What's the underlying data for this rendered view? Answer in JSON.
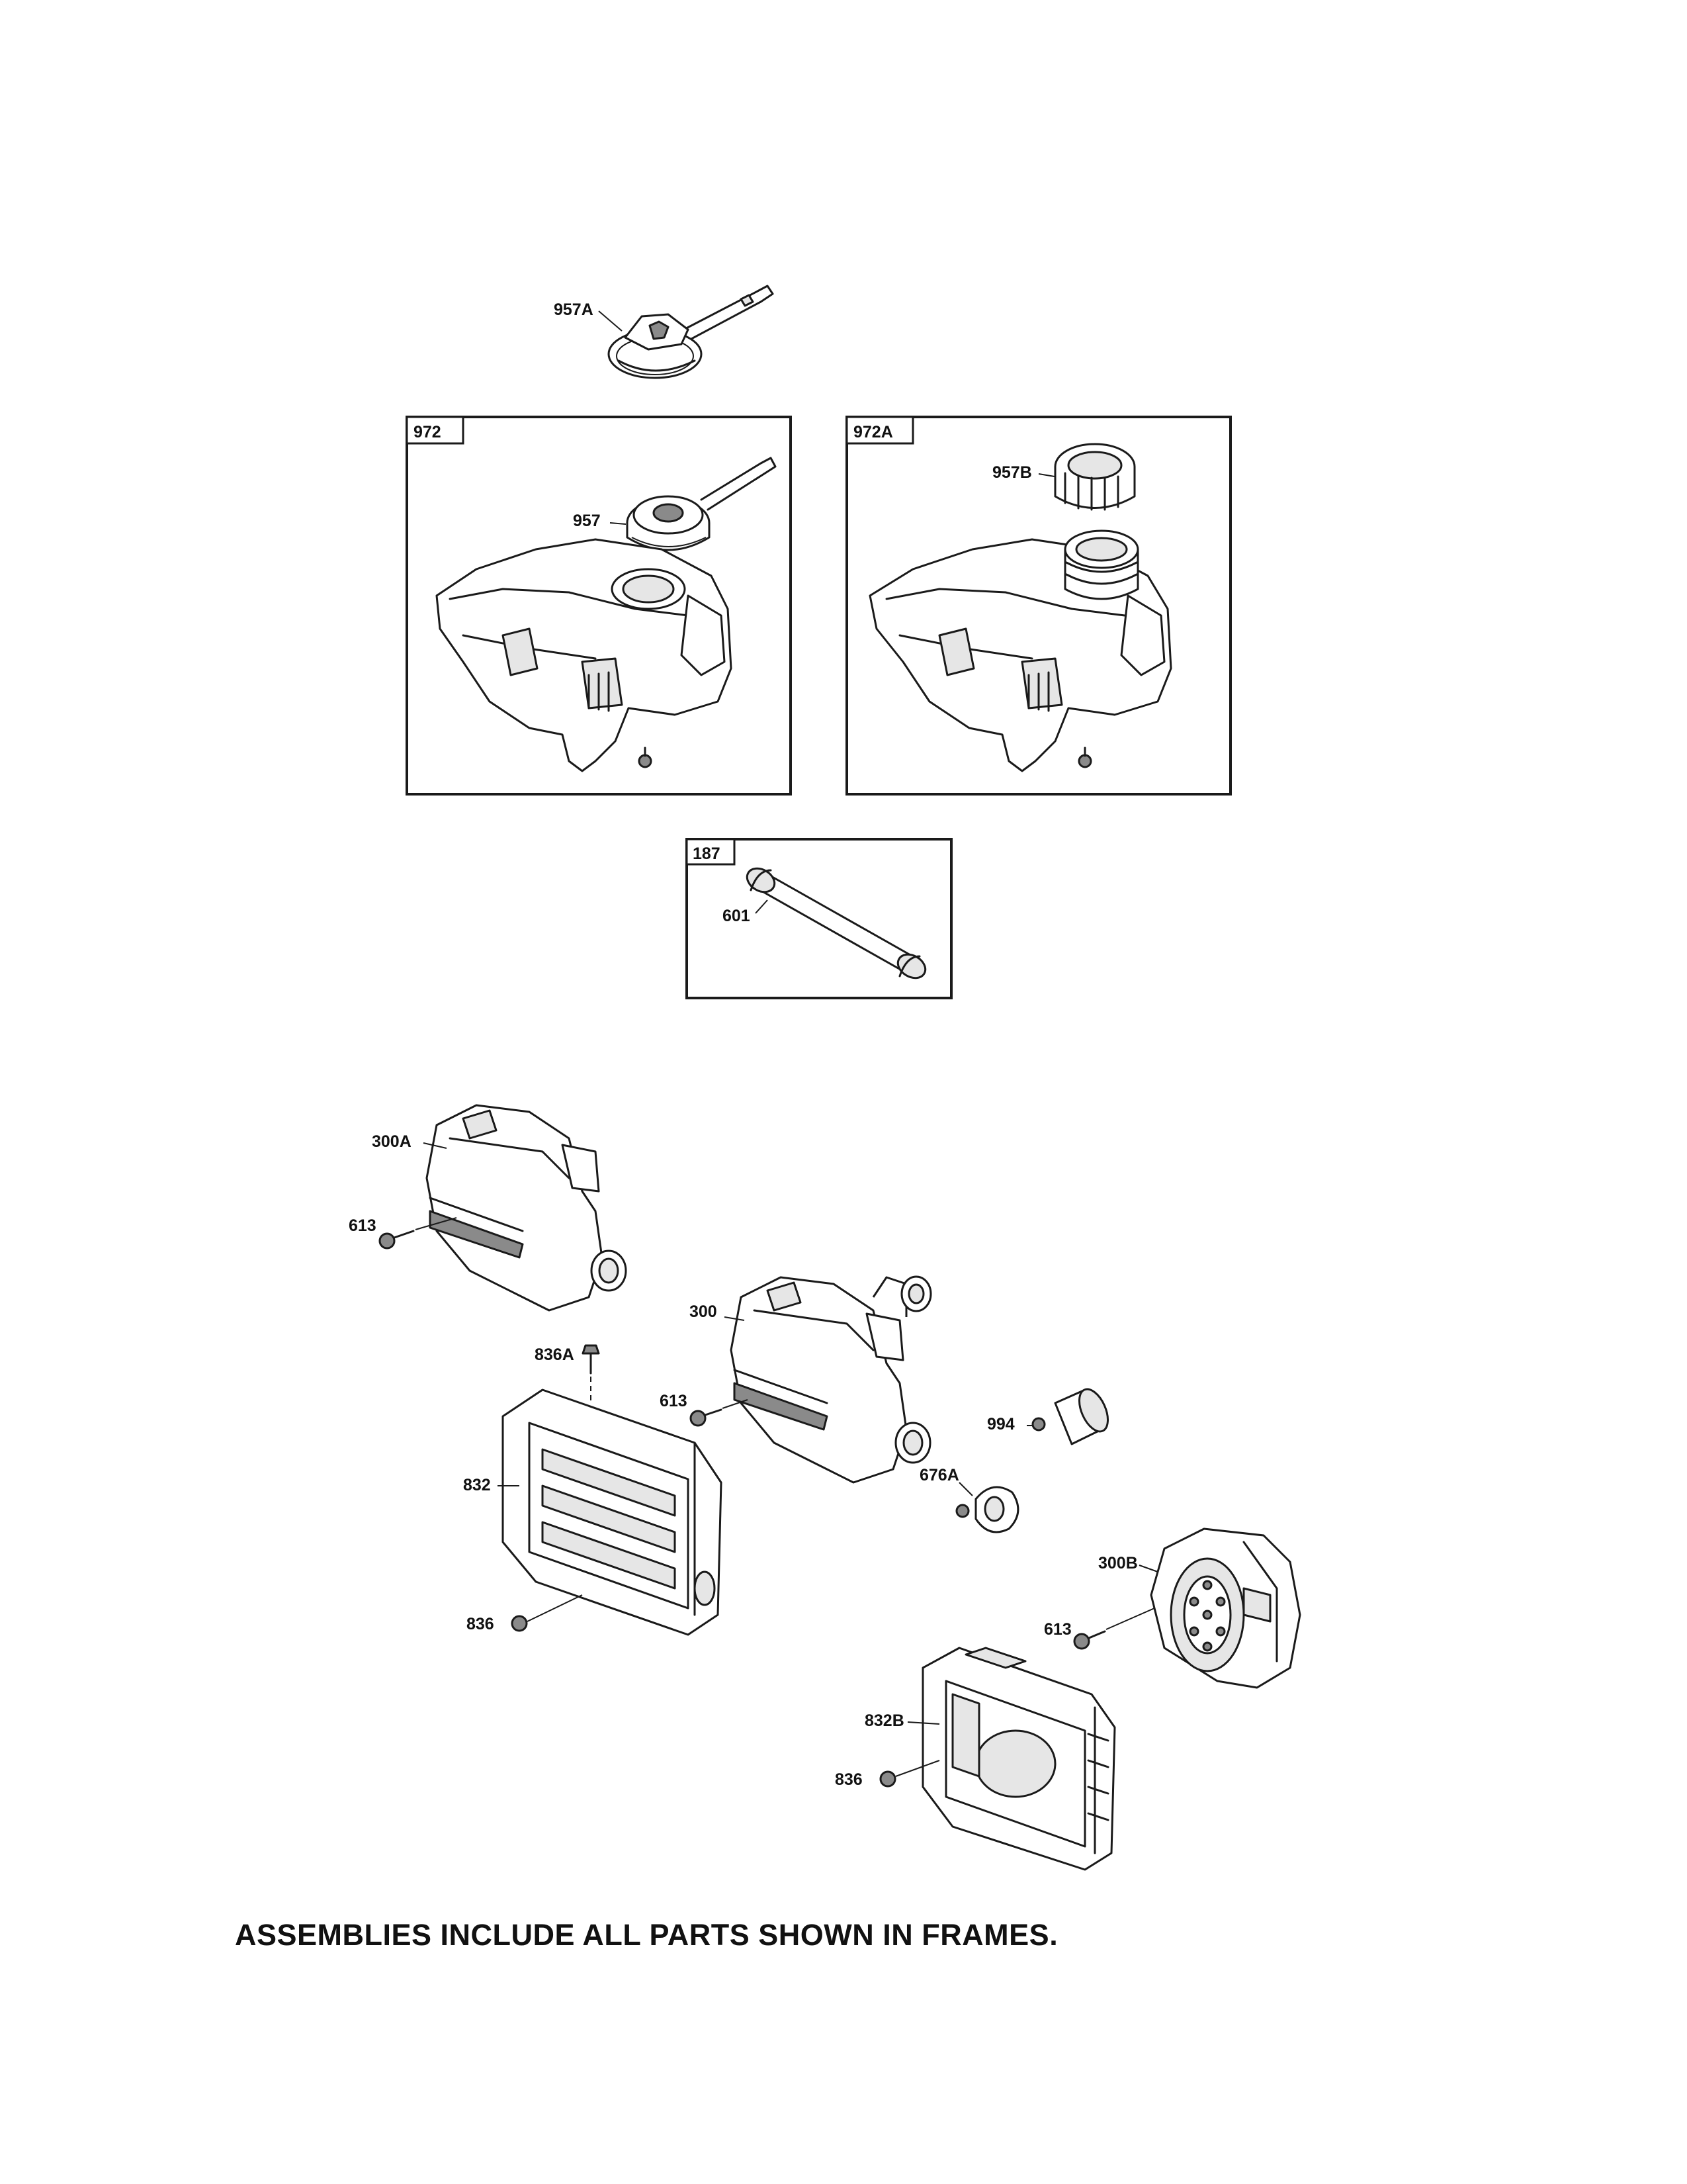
{
  "frames": {
    "f972": "972",
    "f972a": "972A",
    "f187": "187"
  },
  "callouts": {
    "c957a": "957A",
    "c957": "957",
    "c957b": "957B",
    "c601": "601",
    "c300a": "300A",
    "c613_a": "613",
    "c300": "300",
    "c836a": "836A",
    "c613_b": "613",
    "c994": "994",
    "c832": "832",
    "c676a": "676A",
    "c836_a": "836",
    "c300b": "300B",
    "c613_c": "613",
    "c832b": "832B",
    "c836_b": "836"
  },
  "footer": {
    "note": "ASSEMBLIES INCLUDE ALL PARTS SHOWN IN FRAMES."
  }
}
